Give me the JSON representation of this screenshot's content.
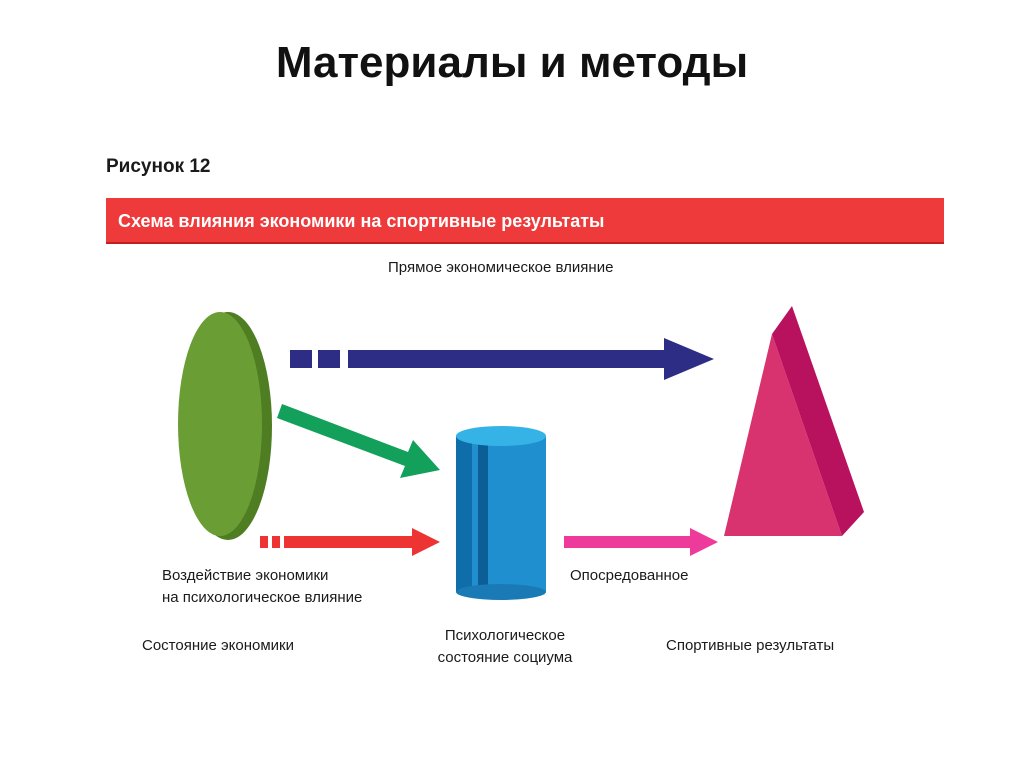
{
  "slide": {
    "title": "Материалы и методы"
  },
  "figure": {
    "number": "Рисунок 12",
    "caption": "Схема влияния экономики на спортивные результаты"
  },
  "labels": {
    "direct": "Прямое экономическое влияние",
    "impact_line1": "Воздействие экономики",
    "impact_line2": "на психологическое влияние",
    "mediated": "Опосредованное",
    "economy_state": "Состояние экономики",
    "psych_line1": "Психологическое",
    "psych_line2": "состояние социума",
    "sport_results": "Спортивные результаты"
  },
  "colors": {
    "title_bar": "#ee3a3a",
    "ellipse": "#6a9e35",
    "cylinder": "#1f8fcf",
    "prism": "#d9336f",
    "arrow_direct": "#2d2d86",
    "arrow_green": "#12a05a",
    "arrow_red": "#ee3333",
    "arrow_pink": "#ee3a9a"
  }
}
